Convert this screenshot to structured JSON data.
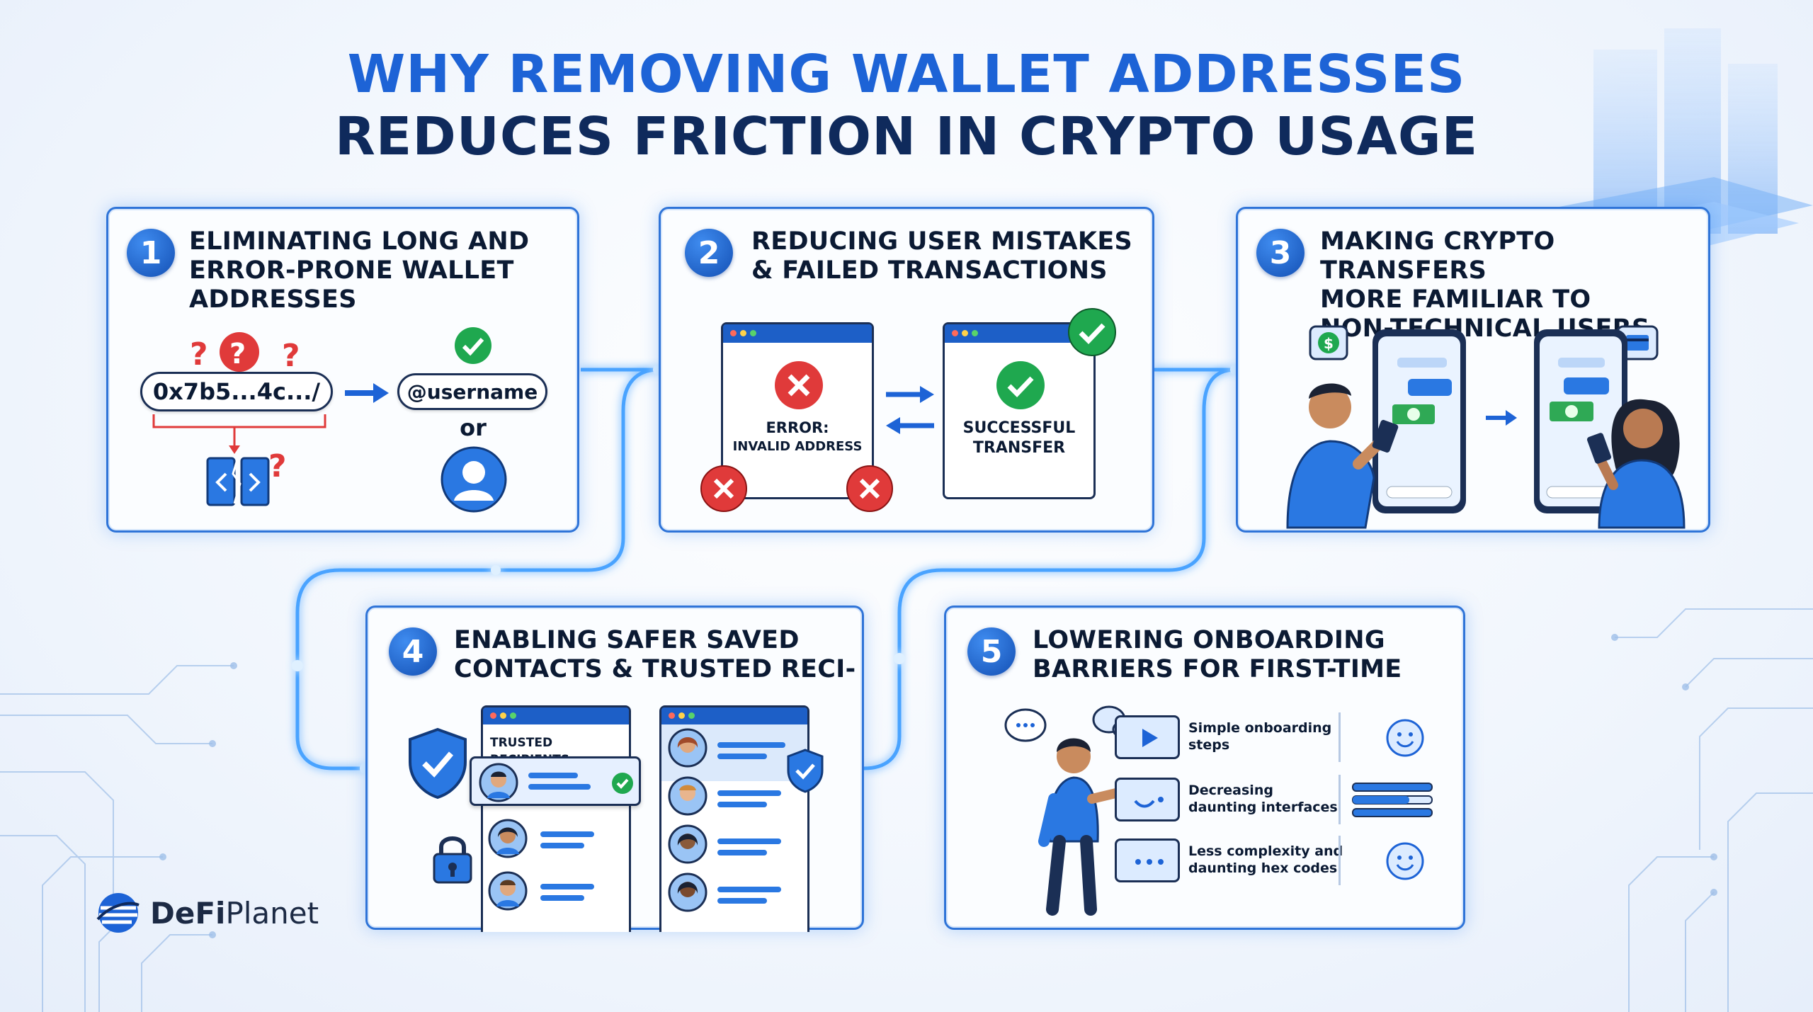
{
  "title": {
    "line1": "WHY REMOVING WALLET ADDRESSES",
    "line2": "REDUCES FRICTION IN CRYPTO USAGE"
  },
  "cards": [
    {
      "number": "1",
      "title": [
        "ELIMINATING LONG AND",
        "ERROR-PRONE WALLET",
        "ADDRESSES"
      ],
      "address": "0x7b5...4c.../",
      "username": "@username",
      "or": "or"
    },
    {
      "number": "2",
      "title": [
        "REDUCING USER MISTAKES",
        "& FAILED TRANSACTIONS"
      ],
      "error_title": "ERROR:",
      "error_detail": "INVALID ADDRESS",
      "success_line1": "SUCCESSFUL",
      "success_line2": "TRANSFER"
    },
    {
      "number": "3",
      "title": [
        "MAKING CRYPTO TRANSFERS",
        "MORE FAMILIAR TO",
        "NON-TECHNICAL USERS"
      ]
    },
    {
      "number": "4",
      "title": [
        "ENABLING SAFER SAVED",
        "CONTACTS & TRUSTED RECI-"
      ],
      "list_header": "TRUSTED RECIPIENTS"
    },
    {
      "number": "5",
      "title": [
        "LOWERING ONBOARDING",
        "BARRIERS FOR FIRST-TIME"
      ],
      "steps": [
        {
          "line1": "Simple onboarding",
          "line2": "steps"
        },
        {
          "line1": "Decreasing",
          "line2": "daunting interfaces"
        },
        {
          "line1": "Less complexity and",
          "line2": "daunting hex codes"
        }
      ]
    }
  ],
  "brand": {
    "part1": "DeFi",
    "part2": "Planet"
  },
  "colors": {
    "primary_blue": "#1d63d6",
    "navy": "#0f2a5c",
    "error_red": "#e03a3a",
    "success_green": "#1fa84f"
  }
}
